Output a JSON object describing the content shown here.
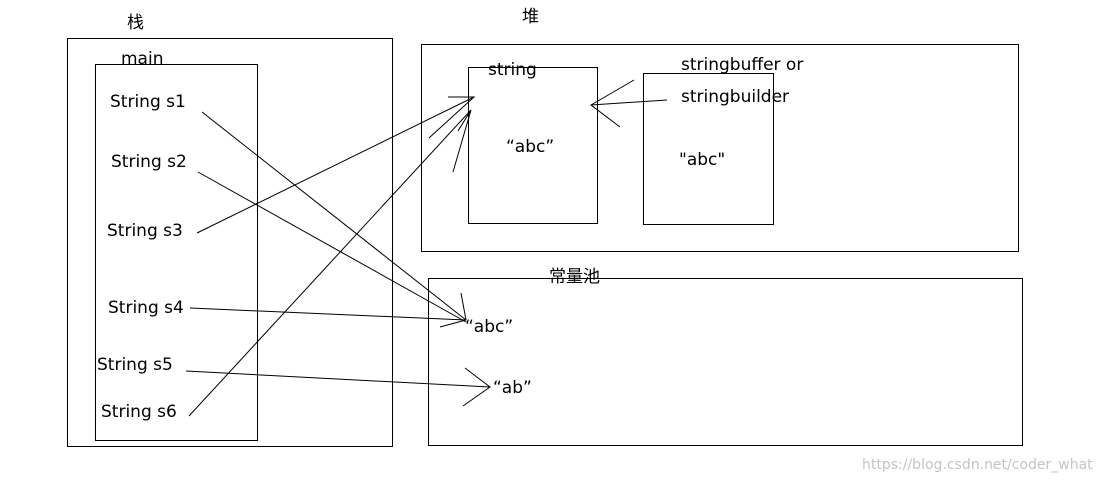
{
  "stack": {
    "title": "栈",
    "frame_title": "main",
    "vars": [
      "String   s1",
      "String s2",
      "String s3",
      "String s4",
      "String s5",
      "String s6"
    ]
  },
  "heap": {
    "title": "堆",
    "string_obj": {
      "label": "string",
      "value": "“abc”"
    },
    "buffer_obj": {
      "label_line1": "stringbuffer or",
      "label_line2": "stringbuilder",
      "value": "\"abc\""
    }
  },
  "pool": {
    "title": "常量池",
    "entries": [
      "“abc”",
      "“ab”"
    ]
  },
  "watermark": "https://blog.csdn.net/coder_what"
}
